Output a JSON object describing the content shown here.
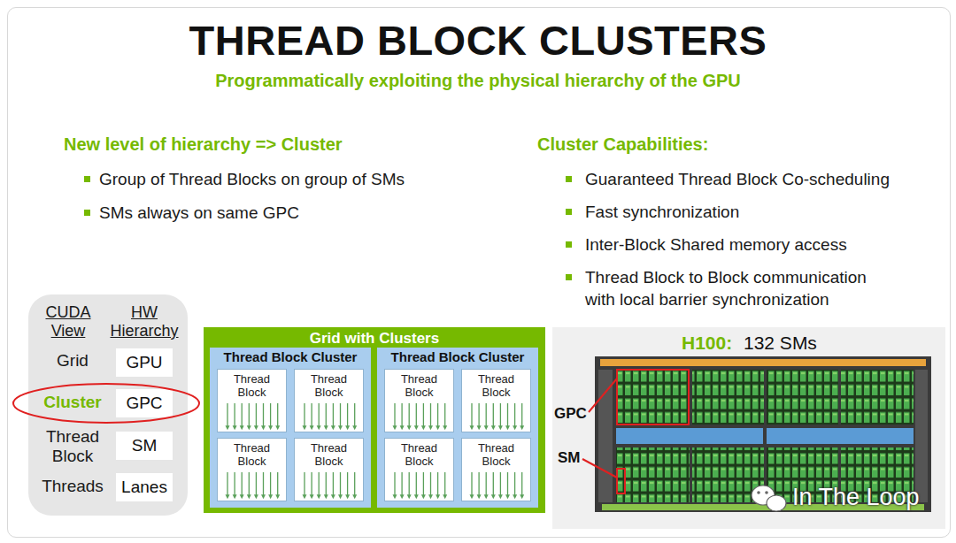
{
  "diagram": {
    "title": "THREAD BLOCK CLUSTERS",
    "nodes": [
      {
        "text": [
          "CUDA View",
          "HW Hierarchy",
          "Grid",
          "Cluster",
          "Thread Block",
          "Threads"
        ]
      },
      {
        "text": [
          "GPU"
        ],
        "in": 0
      },
      {
        "text": [
          "GPC"
        ],
        "in": 0
      },
      {
        "text": [
          "SM"
        ],
        "in": 0
      },
      {
        "text": [
          "Lanes"
        ],
        "in": 0
      },
      {
        "text": [
          "Grid with Clusters"
        ]
      },
      {
        "text": [
          "Thread Block Cluster"
        ],
        "in": 5
      },
      {
        "text": [
          "Thread Block"
        ],
        "in": 6
      },
      {
        "text": [
          "Thread Block"
        ],
        "in": 6
      },
      {
        "text": [
          "Thread Block"
        ],
        "in": 6
      },
      {
        "text": [
          "Thread Block"
        ],
        "in": 6
      },
      {
        "text": [
          "Thread Block Cluster"
        ],
        "in": 5
      },
      {
        "text": [
          "Thread Block"
        ],
        "in": 11
      },
      {
        "text": [
          "Thread Block"
        ],
        "in": 11
      },
      {
        "text": [
          "Thread Block"
        ],
        "in": 11
      },
      {
        "text": [
          "Thread Block"
        ],
        "in": 11
      },
      {
        "text": [
          "H100:",
          "132 SMs"
        ]
      }
    ],
    "labels": [
      "Programmatically exploiting the physical hierarchy of the GPU",
      "New level of hierarchy => Cluster",
      "Group of Thread Blocks on group of SMs",
      "SMs always on same GPC",
      "Cluster Capabilities:",
      "Guaranteed Thread Block Co-scheduling",
      "Fast synchronization",
      "Inter-Block Shared memory access",
      "Thread Block to Block communication with local barrier synchronization",
      "GPC",
      "SM",
      "In The Loop"
    ]
  }
}
